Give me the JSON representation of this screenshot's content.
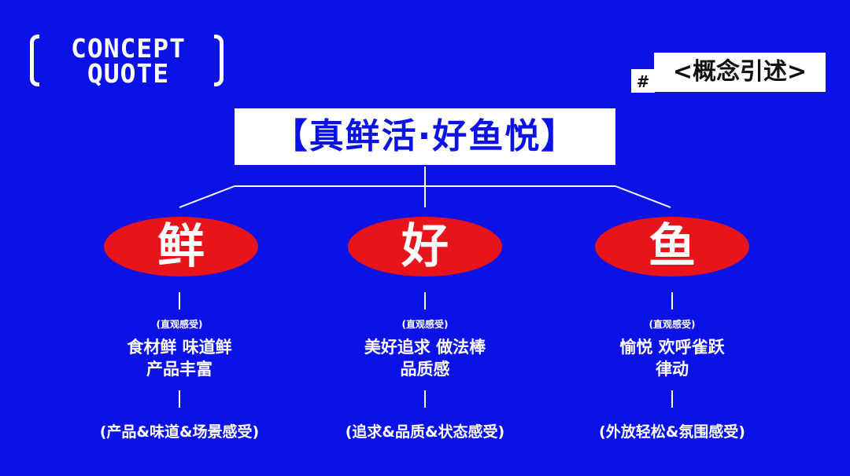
{
  "logo": {
    "line1": "CONCEPT",
    "line2": "QUOTE"
  },
  "tag": {
    "hash": "#",
    "label": "<概念引述>"
  },
  "title": "【真鲜活·好鱼悦】",
  "columns": [
    {
      "char": "鲜",
      "sub": "(直观感受)",
      "line1": "食材鲜 味道鲜",
      "line2": "产品丰富",
      "footer": "(产品&味道&场景感受)"
    },
    {
      "char": "好",
      "sub": "(直观感受)",
      "line1": "美好追求 做法棒",
      "line2": "品质感",
      "footer": "(追求&品质&状态感受)"
    },
    {
      "char": "鱼",
      "sub": "(直观感受)",
      "line1": "愉悦 欢呼雀跃",
      "line2": "律动",
      "footer": "(外放轻松&氛围感受)"
    }
  ],
  "colors": {
    "background": "#0a12e6",
    "oval": "#e8141c",
    "text": "#ffffff"
  }
}
